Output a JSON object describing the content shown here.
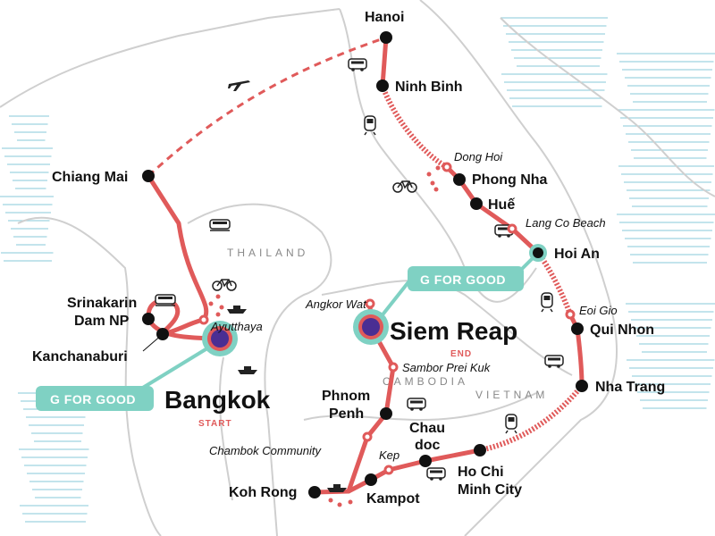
{
  "map": {
    "countries": [
      "THAILAND",
      "CAMBODIA",
      "VIETNAM"
    ],
    "start": {
      "name": "Bangkok",
      "tag": "START"
    },
    "end": {
      "name": "Siem Reap",
      "tag": "END"
    },
    "stops": {
      "hanoi": "Hanoi",
      "ninh_binh": "Ninh Binh",
      "dong_hoi": "Dong Hoi",
      "phong_nha": "Phong Nha",
      "hue": "Huế",
      "lang_co": "Lang Co Beach",
      "hoi_an": "Hoi An",
      "eoi_gio": "Eoi Gio",
      "qui_nhon": "Qui Nhon",
      "nha_trang": "Nha Trang",
      "hcmc_1": "Ho Chi",
      "hcmc_2": "Minh City",
      "chau_doc_1": "Chau",
      "chau_doc_2": "doc",
      "kep": "Kep",
      "kampot": "Kampot",
      "koh_rong": "Koh Rong",
      "chambok": "Chambok Community",
      "phnom_penh_1": "Phnom",
      "phnom_penh_2": "Penh",
      "sambor": "Sambor Prei Kuk",
      "angkor": "Angkor Wat",
      "kanchanaburi": "Kanchanaburi",
      "srinakarin_1": "Srinakarin",
      "srinakarin_2": "Dam NP",
      "ayutthaya": "Ayutthaya",
      "chiang_mai": "Chiang Mai"
    },
    "badges": [
      "G FOR GOOD",
      "G FOR GOOD"
    ],
    "colors": {
      "route": "#e05a5a",
      "good": "#7fd1c3",
      "city": "#4a2e93"
    }
  }
}
